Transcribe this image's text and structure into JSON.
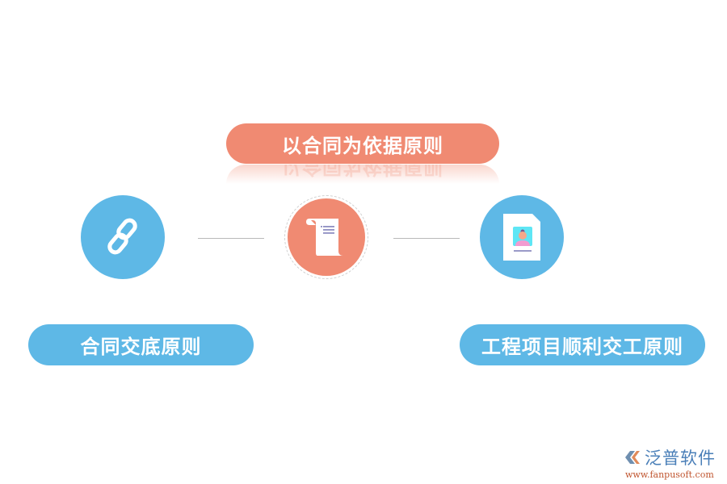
{
  "diagram": {
    "top_principle": "以合同为依据原则",
    "left_principle": "合同交底原则",
    "right_principle": "工程项目顺利交工原则",
    "icons": {
      "left": "chain-link-icon",
      "center": "scroll-document-icon",
      "right": "profile-document-icon"
    },
    "colors": {
      "accent_orange": "#f08a72",
      "accent_blue": "#5eb8e6",
      "connector_line": "#b9b9b9"
    }
  },
  "logo": {
    "name": "泛普软件",
    "url": "www.fanpusoft.com"
  }
}
